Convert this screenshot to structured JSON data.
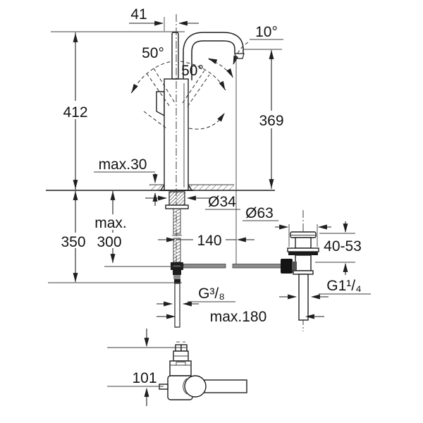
{
  "drawing": {
    "title": "faucet-installation-dimension-drawing",
    "colors": {
      "line": "#1f1f1f",
      "background": "#ffffff",
      "metal": "#8a8a8a"
    },
    "labels": {
      "dim_41": "41",
      "angle_50_left": "50°",
      "angle_50_right": "50°",
      "angle_10": "10°",
      "dim_412": "412",
      "dim_369": "369",
      "max_30": "max.30",
      "dia_34": "Ø34",
      "dia_63": "Ø63",
      "max_300_line1": "max.",
      "max_300_line2": "300",
      "dim_350": "350",
      "dim_140": "140",
      "range_40_53": "40-53",
      "thread_g38": "G³/₈",
      "thread_g114": "G1¹/₄",
      "max_180": "max.180",
      "dim_101": "101"
    }
  }
}
